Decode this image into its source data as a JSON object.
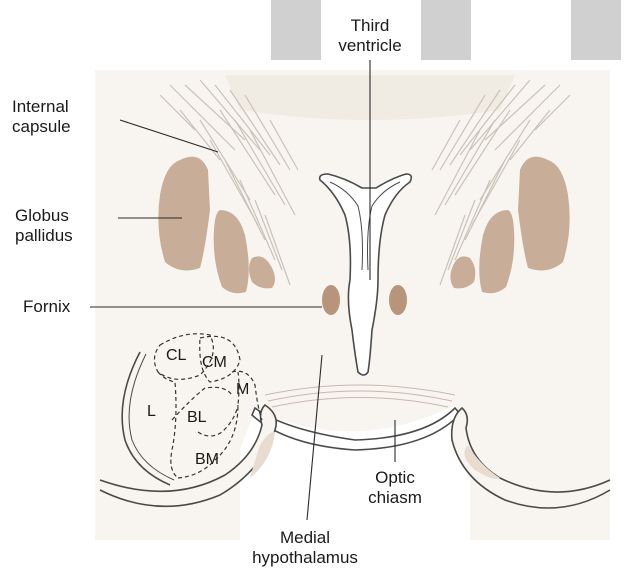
{
  "labels": {
    "third_ventricle": [
      "Third",
      "ventricle"
    ],
    "internal_capsule": [
      "Internal",
      "capsule"
    ],
    "globus_pallidus": [
      "Globus",
      "pallidus"
    ],
    "fornix": "Fornix",
    "optic_chiasm": [
      "Optic",
      "chiasm"
    ],
    "medial_hypothalamus": [
      "Medial",
      "hypothalamus"
    ]
  },
  "amygdala_regions": {
    "cl": "CL",
    "cm": "CM",
    "m": "M",
    "l": "L",
    "bl": "BL",
    "bm": "BM"
  },
  "colors": {
    "tissue": "#f8f5f0",
    "cap_bar": "#d0d0d0",
    "pallidus": "#c8ae98",
    "fornix": "#b8957a",
    "outline": "#4a4a4a",
    "leader": "#2a2a2a",
    "text": "#1a1a1a"
  }
}
